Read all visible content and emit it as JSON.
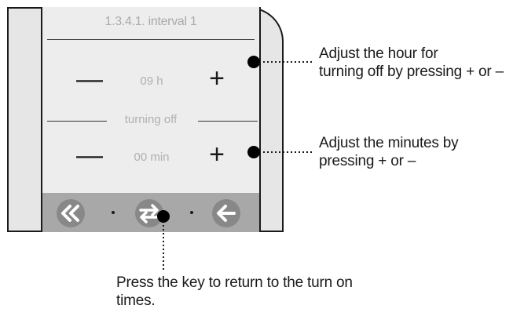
{
  "screen": {
    "title": "1.3.4.1. interval 1",
    "hour_value": "09 h",
    "section_label": "turning off",
    "minute_value": "00 min",
    "minus_symbol": "—",
    "plus_symbol": "+"
  },
  "keys": [
    {
      "name": "double-back-icon"
    },
    {
      "name": "swap-arrows-icon"
    },
    {
      "name": "back-arrow-icon"
    }
  ],
  "callouts": {
    "hour_line1": "Adjust the hour for",
    "hour_line2": "turning off by pressing + or –",
    "minutes_line1": "Adjust the minutes by",
    "minutes_line2": "pressing + or –",
    "key_line1": "Press the key to return to the turn on",
    "key_line2": "times."
  }
}
